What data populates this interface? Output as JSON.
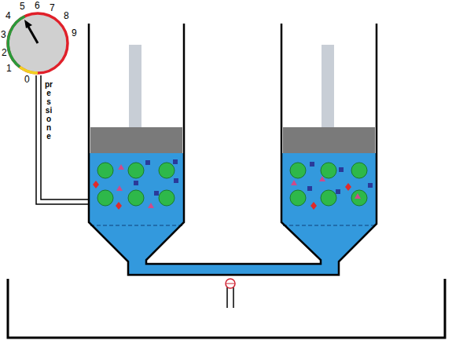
{
  "diagram": {
    "labels": [
      "0",
      "1",
      "2",
      "3",
      "4",
      "5",
      "6",
      "7",
      "8",
      "9",
      "pressione"
    ]
  }
}
